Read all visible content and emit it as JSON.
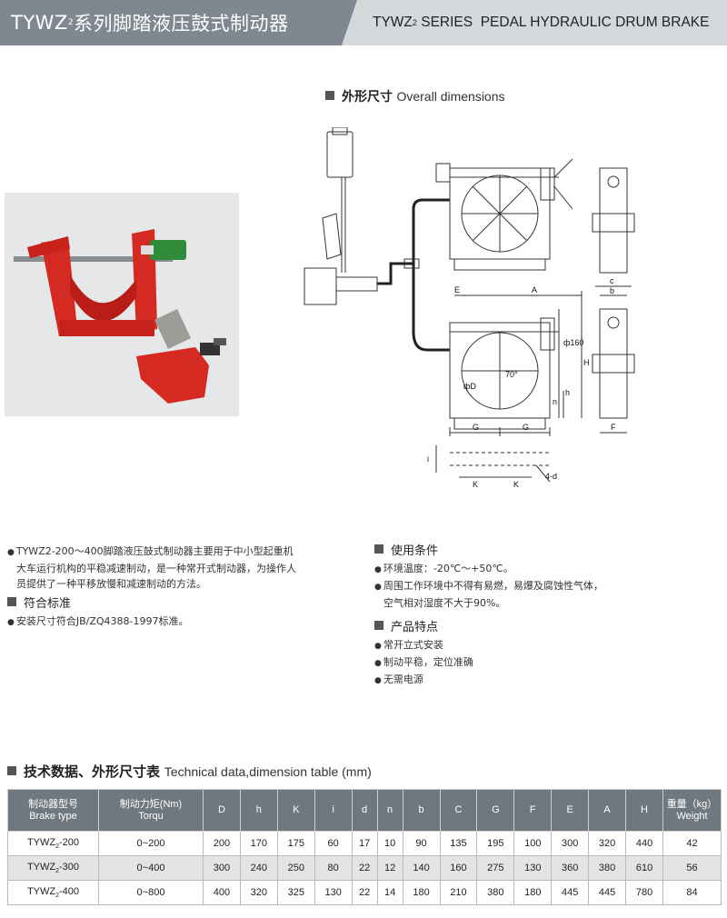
{
  "header": {
    "left_prefix": "TYWZ",
    "left_sub": "2",
    "left_suffix": "系列脚踏液压鼓式制动器",
    "right_prefix": "TYWZ",
    "right_sub": "2",
    "right_suffix": " SERIES  PEDAL HYDRAULIC DRUM BRAKE"
  },
  "overall": {
    "title_cn": "外形尺寸",
    "title_en": "Overall dimensions"
  },
  "drawing_labels": {
    "E": "E",
    "A": "A",
    "c": "c",
    "b": "b",
    "H": "H",
    "h": "h",
    "n": "n",
    "phi160": "ф160",
    "phiD": "фD",
    "angle": "70°",
    "G1": "G",
    "G2": "G",
    "F": "F",
    "K1": "K",
    "K2": "K",
    "i": "i",
    "four_d": "4-d"
  },
  "intro": {
    "text1": "TYWZ2-200～400脚踏液压鼓式制动器主要用于中小型起重机",
    "text2": "大车运行机构的平稳减速制动，是一种常开式制动器，为操作人",
    "text3": "员提供了一种平移放慢和减速制动的方法。"
  },
  "standard": {
    "title": "符合标准",
    "item": "安装尺寸符合JB/ZQ4388-1997标准。"
  },
  "conditions": {
    "title": "使用条件",
    "item1": "环境温度：-20℃～+50℃。",
    "item2a": "周围工作环境中不得有易燃，易爆及腐蚀性气体，",
    "item2b": "空气相对湿度不大于90%。"
  },
  "features": {
    "title": "产品特点",
    "items": [
      "常开立式安装",
      "制动平稳，定位准确",
      "无需电源"
    ]
  },
  "techdata": {
    "title_cn": "技术数据、外形尺寸表",
    "title_en": "Technical data,dimension table (mm)"
  },
  "table": {
    "h_type_cn": "制动器型号",
    "h_type_en": "Brake type",
    "h_torque_cn": "制动力矩(Nm)",
    "h_torque_en": "Torqu",
    "h_D": "D",
    "h_h": "h",
    "h_K": "K",
    "h_i": "i",
    "h_d": "d",
    "h_n": "n",
    "h_b": "b",
    "h_C": "C",
    "h_G": "G",
    "h_F": "F",
    "h_E": "E",
    "h_A": "A",
    "h_H": "H",
    "h_weight_cn": "重量（kg）",
    "h_weight_en": "Weight",
    "rows": [
      {
        "type_pre": "TYWZ",
        "type_sub": "2",
        "type_post": "-200",
        "torque": "0~200",
        "D": "200",
        "h": "170",
        "K": "175",
        "i": "60",
        "d": "17",
        "n": "10",
        "b": "90",
        "C": "135",
        "G": "195",
        "F": "100",
        "E": "300",
        "A": "320",
        "H": "440",
        "weight": "42"
      },
      {
        "type_pre": "TYWZ",
        "type_sub": "2",
        "type_post": "-300",
        "torque": "0~400",
        "D": "300",
        "h": "240",
        "K": "250",
        "i": "80",
        "d": "22",
        "n": "12",
        "b": "140",
        "C": "160",
        "G": "275",
        "F": "130",
        "E": "360",
        "A": "380",
        "H": "610",
        "weight": "56"
      },
      {
        "type_pre": "TYWZ",
        "type_sub": "2",
        "type_post": "-400",
        "torque": "0~800",
        "D": "400",
        "h": "320",
        "K": "325",
        "i": "130",
        "d": "22",
        "n": "14",
        "b": "180",
        "C": "210",
        "G": "380",
        "F": "180",
        "E": "445",
        "A": "445",
        "H": "780",
        "weight": "84"
      }
    ]
  }
}
